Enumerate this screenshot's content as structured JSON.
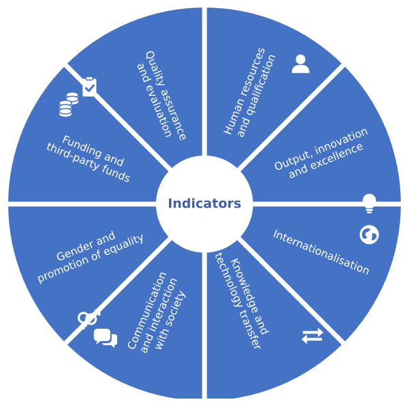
{
  "center": {
    "label": "Indicators",
    "color": "#4472c4",
    "text_color": "#3f5fa8"
  },
  "segment_color": "#4472c4",
  "gap_color": "#ffffff",
  "segments": [
    {
      "name": "segment-human-resources",
      "lines": [
        "Human resources",
        "and qualification"
      ],
      "icon": "person-icon"
    },
    {
      "name": "segment-output-innovation",
      "lines": [
        "Output, innovation",
        "and excellence"
      ],
      "icon": "lightbulb-icon"
    },
    {
      "name": "segment-internationalisation",
      "lines": [
        "Internationalisation"
      ],
      "icon": "globe-icon"
    },
    {
      "name": "segment-knowledge-transfer",
      "lines": [
        "Knowledge and",
        "technology transfer"
      ],
      "icon": "exchange-arrows-icon"
    },
    {
      "name": "segment-communication",
      "lines": [
        "Communication",
        "and interaction",
        "with society"
      ],
      "icon": "speech-bubbles-icon"
    },
    {
      "name": "segment-gender-equality",
      "lines": [
        "Gender and",
        "promotion of equality"
      ],
      "icon": "gender-symbols-icon"
    },
    {
      "name": "segment-funding",
      "lines": [
        "Funding and",
        "third-party funds"
      ],
      "icon": "coins-icon"
    },
    {
      "name": "segment-quality-assurance",
      "lines": [
        "Quality assurance",
        "and evaluation"
      ],
      "icon": "clipboard-check-icon"
    }
  ]
}
